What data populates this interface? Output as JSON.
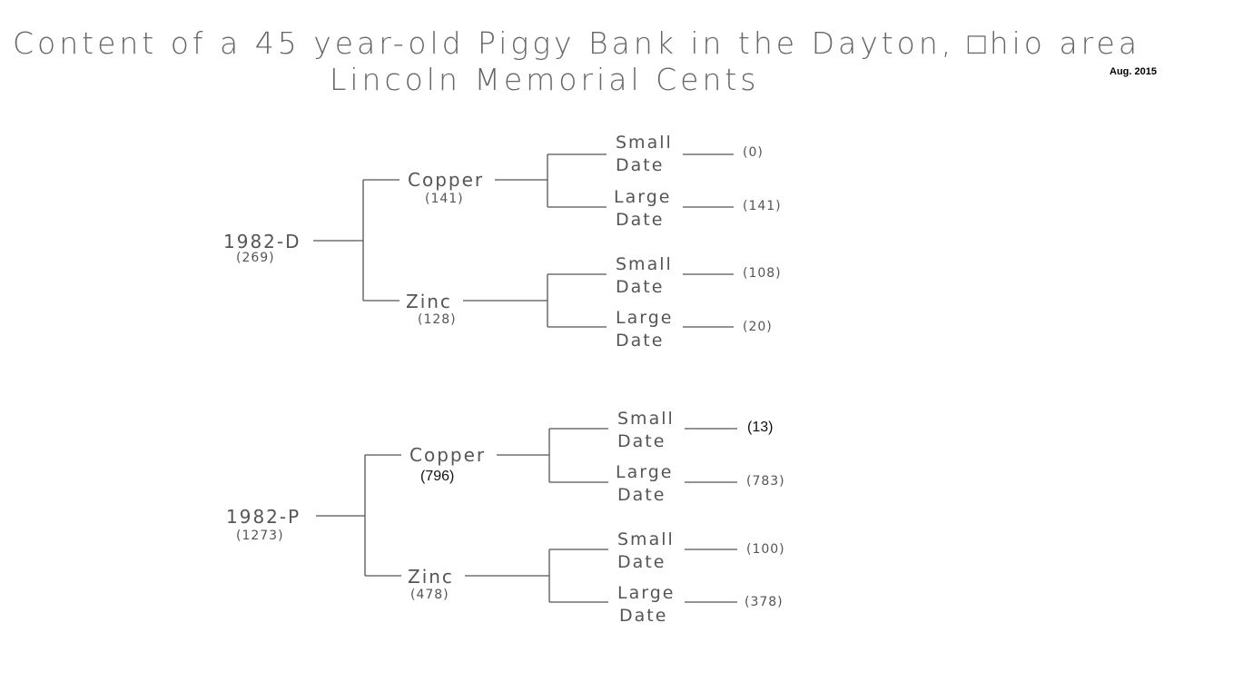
{
  "title": {
    "line1": "Content of a 45 year-old Piggy Bank in the Dayton, □hio area",
    "line2": "Lincoln Memorial Cents",
    "date_note": "Aug. 2015"
  },
  "trees": [
    {
      "root": {
        "label": "1982-D",
        "count": "(269)"
      },
      "branches": [
        {
          "label": "Copper",
          "count": "(141)",
          "leaves": [
            {
              "line1": "Small",
              "line2": "Date",
              "count": "(0)"
            },
            {
              "line1": "Large",
              "line2": "Date",
              "count": "(141)"
            }
          ]
        },
        {
          "label": "Zinc",
          "count": "(128)",
          "leaves": [
            {
              "line1": "Small",
              "line2": "Date",
              "count": "(108)"
            },
            {
              "line1": "Large",
              "line2": "Date",
              "count": "(20)"
            }
          ]
        }
      ]
    },
    {
      "root": {
        "label": "1982-P",
        "count": "(1273)"
      },
      "branches": [
        {
          "label": "Copper",
          "count": "(796)",
          "leaves": [
            {
              "line1": "Small",
              "line2": "Date",
              "count": "(13)"
            },
            {
              "line1": "Large",
              "line2": "Date",
              "count": "(783)"
            }
          ]
        },
        {
          "label": "Zinc",
          "count": "(478)",
          "leaves": [
            {
              "line1": "Small",
              "line2": "Date",
              "count": "(100)"
            },
            {
              "line1": "Large",
              "line2": "Date",
              "count": "(378)"
            }
          ]
        }
      ]
    }
  ]
}
